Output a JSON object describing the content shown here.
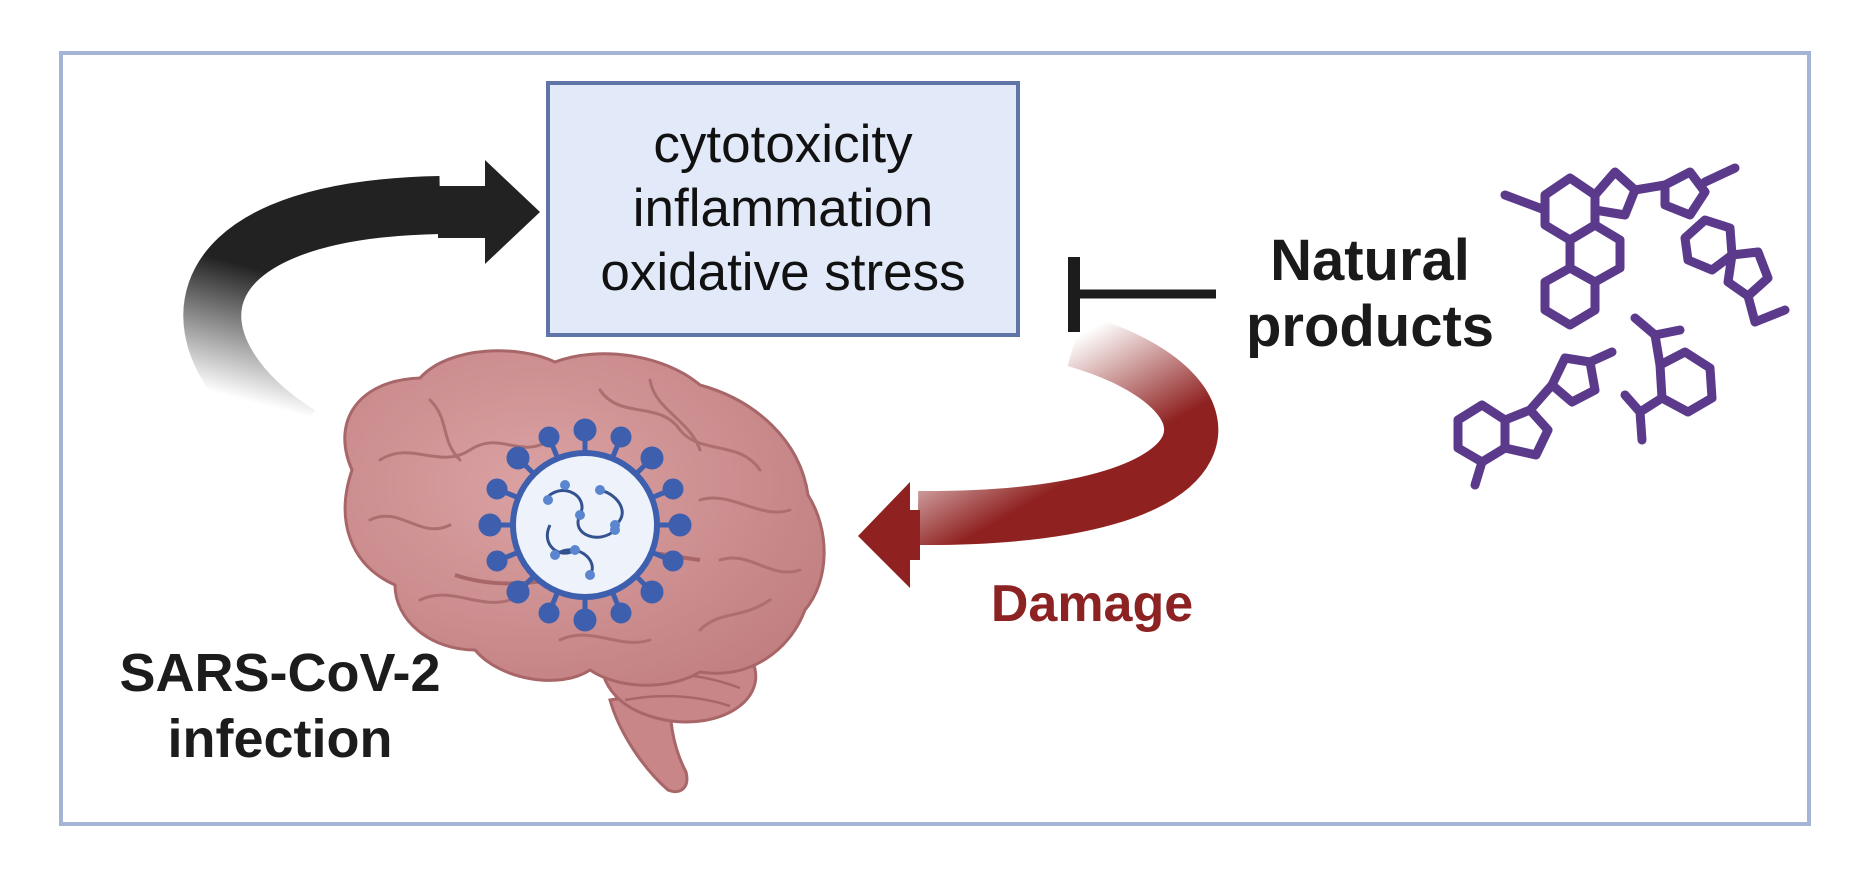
{
  "effects": [
    "cytotoxicity",
    "inflammation",
    "oxidative stress"
  ],
  "labels": {
    "infection_line1": "SARS-CoV-2",
    "infection_line2": "infection",
    "natural_line1": "Natural",
    "natural_line2": "products",
    "damage": "Damage"
  },
  "colors": {
    "frame": "#a3b4d6",
    "box_fill": "#e2eaf9",
    "box_border": "#5f75a7",
    "damage": "#8c2221",
    "molecule": "#5b3a8c",
    "brain": "#cd8e8f",
    "virus": "#3d5fae"
  },
  "icons": [
    "brain-icon",
    "virus-icon",
    "molecule-icon",
    "inhibition-icon"
  ]
}
